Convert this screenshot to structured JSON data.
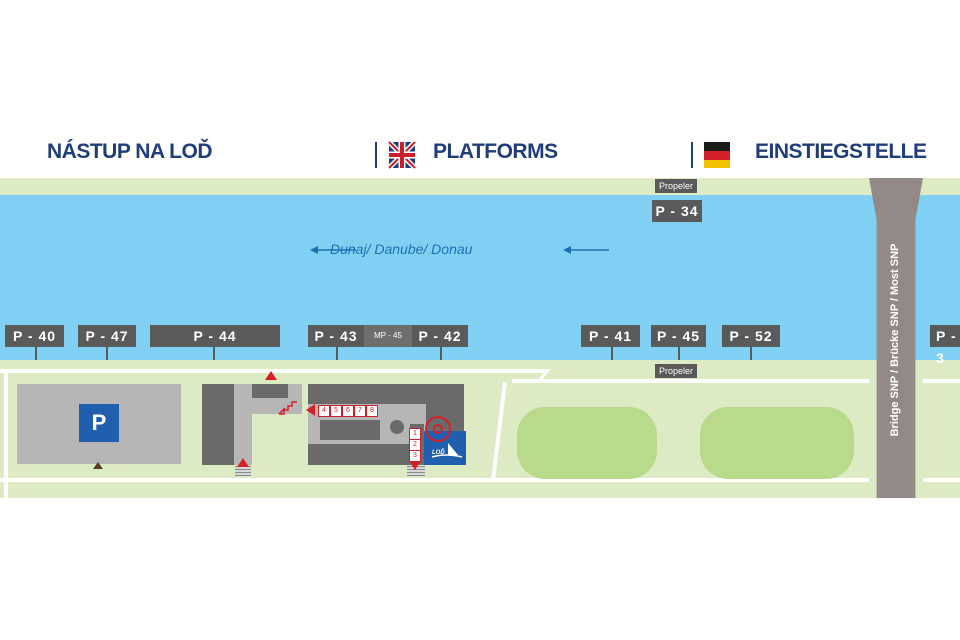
{
  "header": {
    "sk_title": "NÁSTUP NA LOĎ",
    "en_title": "PLATFORMS",
    "de_title": "EINSTIEGSTELLE",
    "en_flag_icon": "uk-flag-icon",
    "de_flag_icon": "germany-flag-icon"
  },
  "river": {
    "label": "Dunaj/ Danube/ Donau",
    "direction_arrow": "←"
  },
  "piers_top": {
    "propeler_label": "Propeler",
    "p34": "P - 34"
  },
  "piers_bottom": {
    "p40": "P - 40",
    "p47": "P - 47",
    "p44": "P - 44",
    "p43": "P - 43",
    "mp45": "MP - 45",
    "p42": "P - 42",
    "p41": "P - 41",
    "p45": "P - 45",
    "p52": "P - 52",
    "p_cut": "P - 3",
    "propeler_label": "Propeler"
  },
  "bridge": {
    "label": "Bridge SNP / Brücke SNP / Most SNP"
  },
  "parking": {
    "label": "P"
  },
  "terminal": {
    "gate_numbers_row": [
      "4",
      "5",
      "6",
      "7",
      "8"
    ],
    "gate_numbers_col": [
      "1",
      "2",
      "3"
    ],
    "logo_text": "LOĎ"
  },
  "colors": {
    "title_blue": "#1f3d7a",
    "river": "#80d0f4",
    "bank": "#dcebc4",
    "sign": "#5a5a5a",
    "accent_red": "#d5202a",
    "parking_blue": "#1f5fad"
  }
}
